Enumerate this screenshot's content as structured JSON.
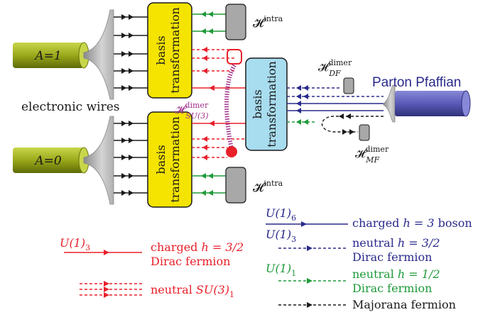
{
  "colors": {
    "black": "#1a1a1a",
    "red": "#e8202a",
    "green": "#1f9a3a",
    "navy": "#2a2a8c",
    "purple": "#a0308a",
    "yellow": "#f5e400",
    "cyan": "#a8dcef",
    "gray": "#a8a8a8",
    "olive": "#9aa81a"
  },
  "wires": {
    "top_label": "A=1",
    "bottom_label": "A=0",
    "caption": "electronic wires"
  },
  "blocks": {
    "basis_top": [
      "basis",
      "transformation"
    ],
    "basis_bottom": [
      "basis",
      "transformation"
    ],
    "basis_middle": [
      "basis",
      "transformation"
    ]
  },
  "hamiltonians": {
    "intra": "intra",
    "dimer": "dimer",
    "su3_sub": "SU(3)",
    "df_sub": "DF",
    "mf_sub": "MF"
  },
  "parton_label": "Parton Pfaffian",
  "legend_left": {
    "u13": "U(1)",
    "u13_sub": "3",
    "charged": "charged",
    "h32": "h = 3/2",
    "dirac": "Dirac fermion",
    "neutral": "neutral",
    "su31": "SU(3)",
    "su31_sub": "1"
  },
  "legend_right": {
    "u16": "U(1)",
    "u16_sub": "6",
    "charged_boson": "charged",
    "h3": "h = 3",
    "boson": "boson",
    "u13": "U(1)",
    "u13_sub": "3",
    "neutral1": "neutral",
    "h32": "h = 3/2",
    "dirac1": "Dirac fermion",
    "u11": "U(1)",
    "u11_sub": "1",
    "neutral2": "neutral",
    "h12": "h = 1/2",
    "dirac2": "Dirac fermion",
    "majorana": "Majorana fermion"
  }
}
